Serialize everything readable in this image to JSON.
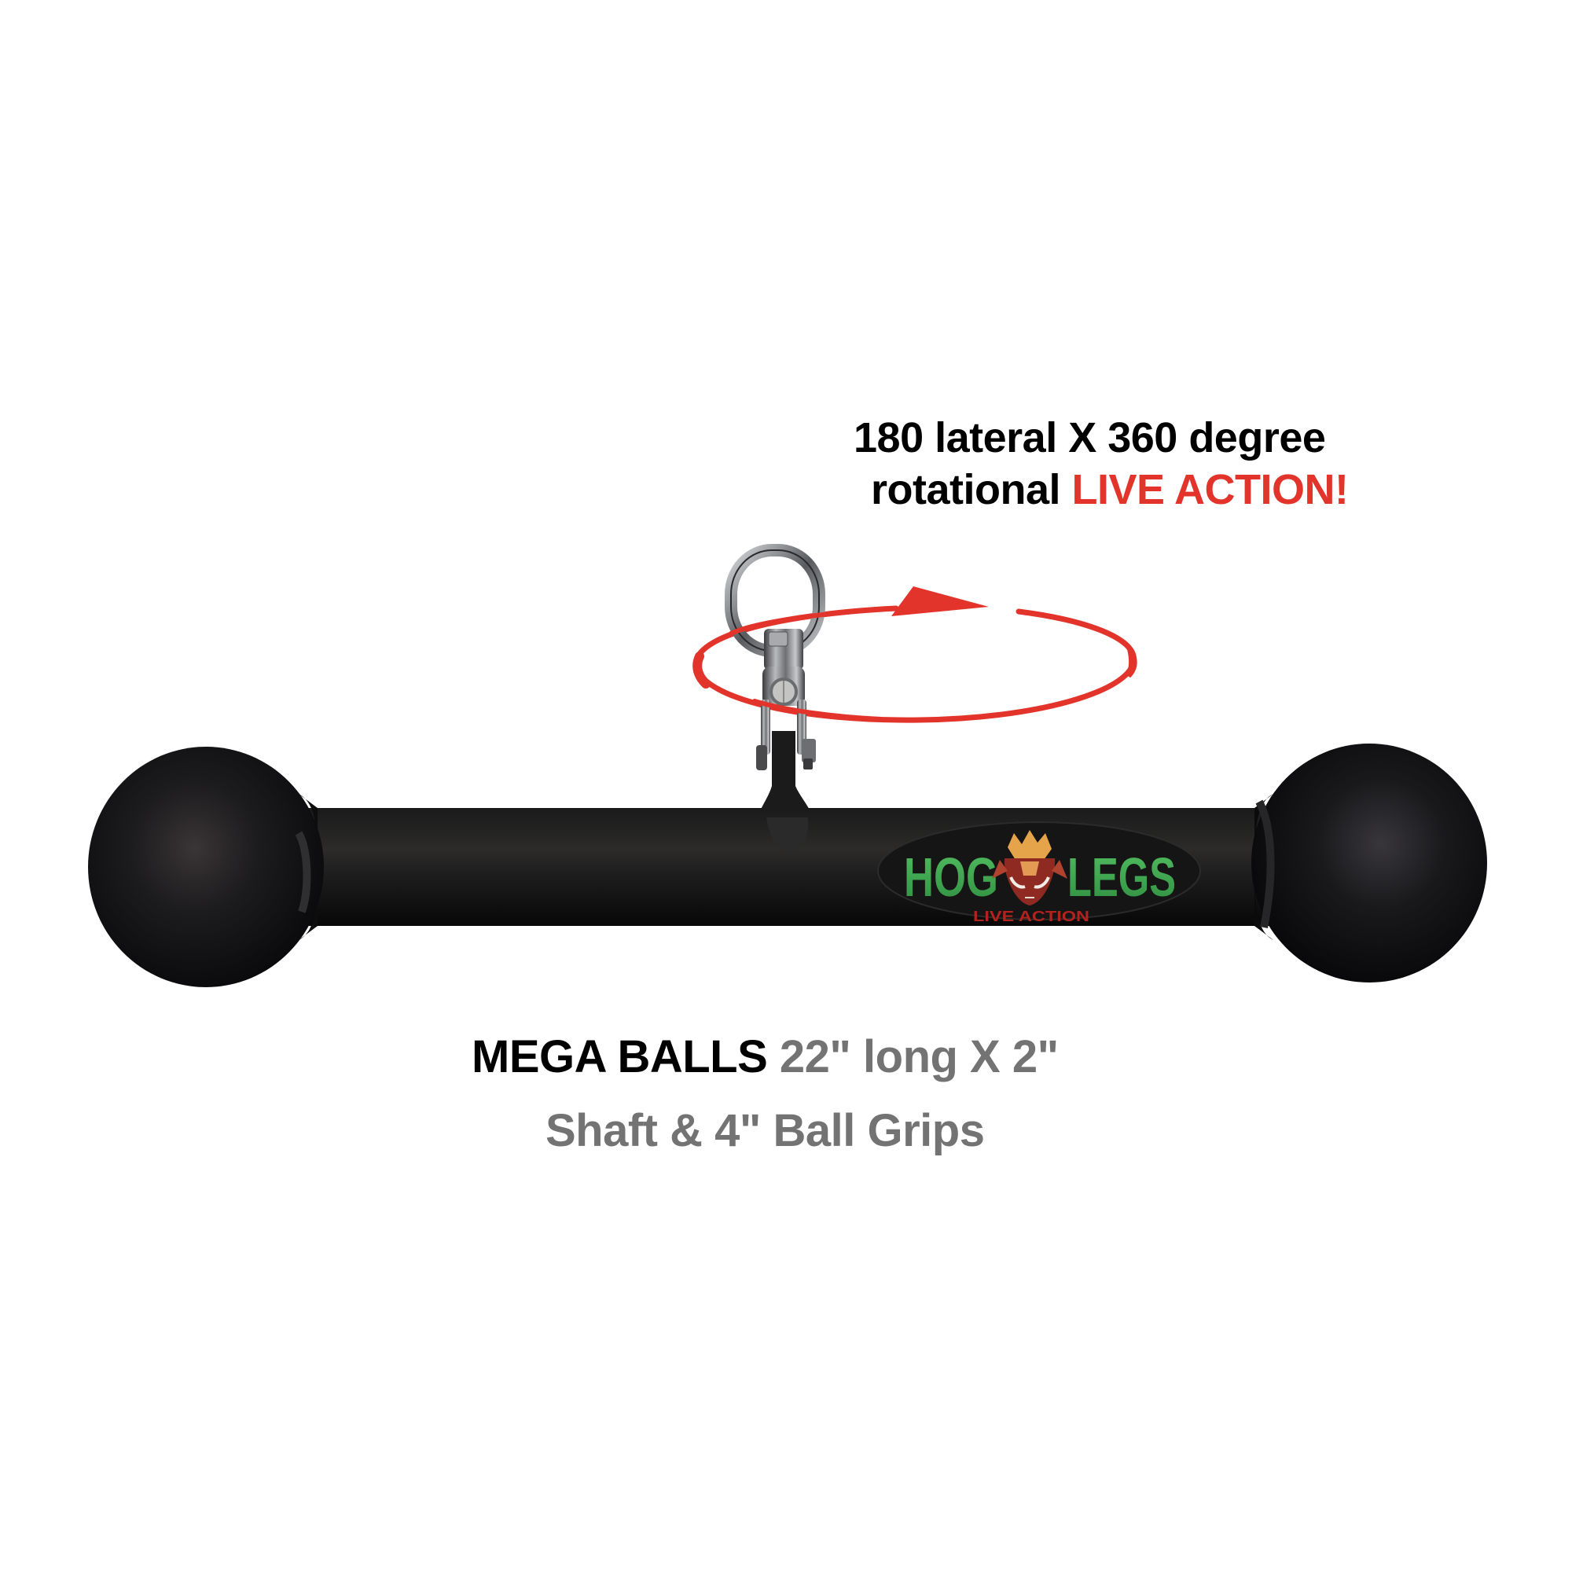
{
  "top_caption": {
    "line1": "180 lateral X 360 degree",
    "line2_prefix": "rotational ",
    "line2_highlight": "LIVE ACTION!"
  },
  "bottom_caption": {
    "line1_product": "MEGA BALLS",
    "line1_spec": " 22\" long X 2\"",
    "line2": "Shaft & 4\" Ball Grips"
  },
  "product": {
    "name": "MEGA BALLS",
    "brand_logo_left": "HOG",
    "brand_logo_right": "LEGS",
    "brand_tagline": "LIVE ACTION",
    "length": "22\"",
    "shaft_diameter": "2\"",
    "ball_grip_diameter": "4\"",
    "lateral_range": "180",
    "rotation_degrees": "360"
  },
  "colors": {
    "accent_red": "#E3342B",
    "muted_gray": "#737373",
    "logo_green": "#3FA650",
    "bar_black": "#141414",
    "background": "#FFFFFF"
  },
  "icons": {
    "rotation_arrow": "rotation-arrow-icon",
    "boar_mascot": "boar-head-icon",
    "swivel": "swivel-hook-icon"
  }
}
